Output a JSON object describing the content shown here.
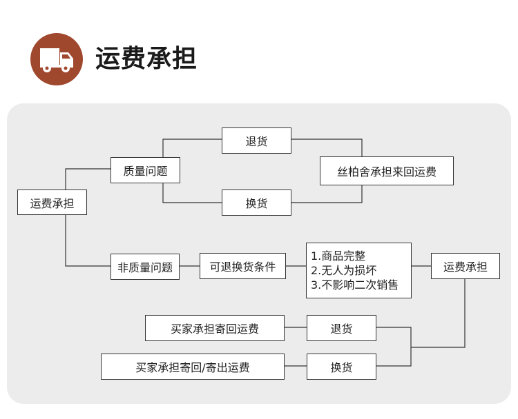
{
  "header": {
    "title": "运费承担",
    "icon": "truck-icon",
    "badge_color": "#a0482e"
  },
  "colors": {
    "panel_background": "#ececec",
    "node_border": "#333333",
    "line": "#333333"
  },
  "diagram": {
    "root": "运费承担",
    "quality_issue": "质量问题",
    "quality_return": "退货",
    "quality_exchange": "换货",
    "brand_pays": "丝柏舍承担来回运费",
    "non_quality_issue": "非质量问题",
    "return_conditions": "可退换货条件",
    "conditions": [
      "1.商品完整",
      "2.无人为损坏",
      "3.不影响二次销售"
    ],
    "non_quality_shipping": "运费承担",
    "non_quality_return": "退货",
    "non_quality_exchange": "换货",
    "buyer_pays_return": "买家承担寄回运费",
    "buyer_pays_exchange": "买家承担寄回/寄出运费"
  }
}
